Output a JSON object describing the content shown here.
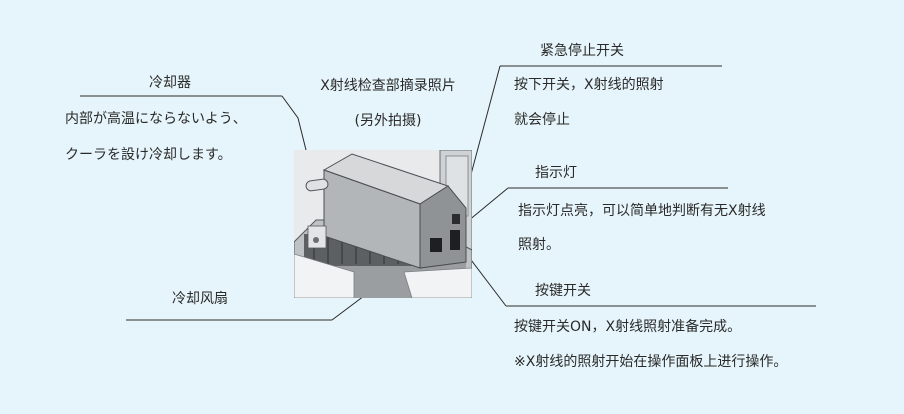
{
  "photo_caption": {
    "title": "X射线检查部摘录照片",
    "subtitle": "(另外拍摄)"
  },
  "cooler": {
    "heading": "冷却器",
    "lines": [
      "内部が高温にならないよう、",
      "クーラを設け冷却します。"
    ]
  },
  "emergency_stop": {
    "heading": "紧急停止开关",
    "lines": [
      "按下开关，X射线的照射",
      "就会停止"
    ]
  },
  "indicator_light": {
    "heading": "指示灯",
    "lines": [
      "指示灯点亮，可以简单地判断有无X射线",
      "照射。"
    ]
  },
  "cooling_fan": {
    "heading": "冷却风扇"
  },
  "key_switch": {
    "heading": "按键开关",
    "lines": [
      "按键开关ON，X射线照射准备完成。",
      "※X射线的照射开始在操作面板上进行操作。"
    ]
  }
}
